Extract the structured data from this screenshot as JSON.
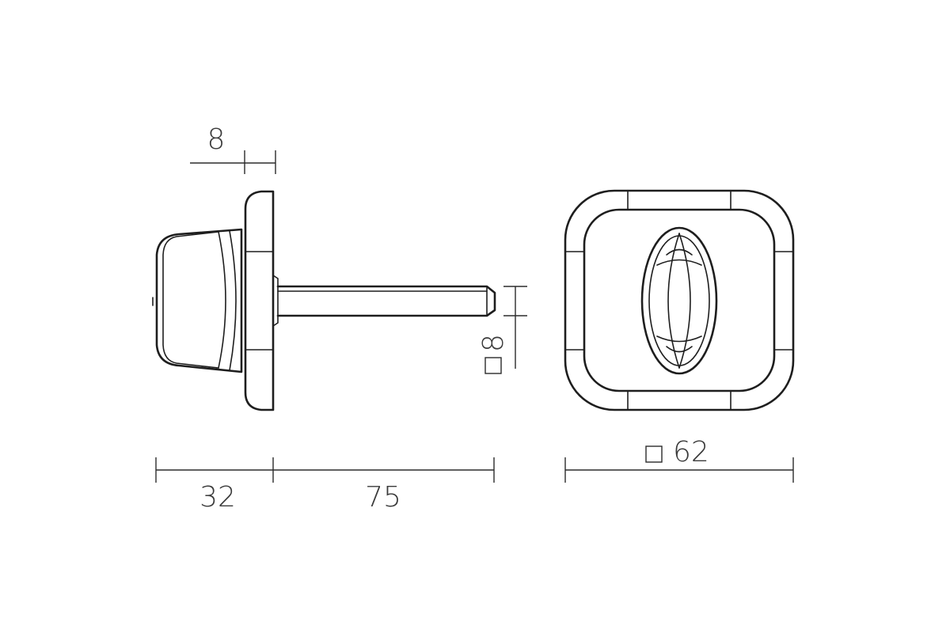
{
  "colors": {
    "line": "#1e1e1e",
    "dimension": "#2b2b2b",
    "text": "#3a3a3a",
    "background": "#ffffff"
  },
  "dimensions": {
    "rose_thickness": "8",
    "knob_depth": "32",
    "spindle_length": "75",
    "spindle_square": "8",
    "rose_square": "62"
  }
}
